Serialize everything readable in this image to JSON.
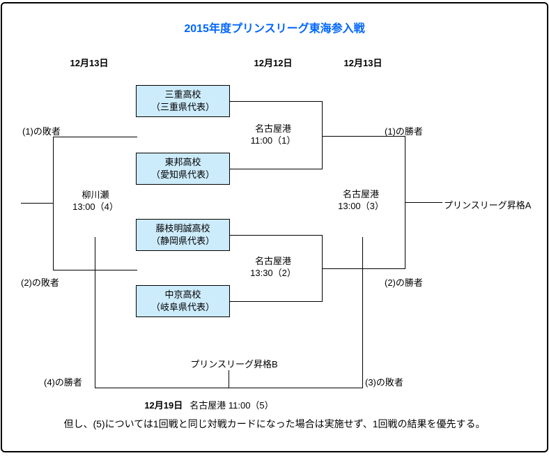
{
  "title": "2015年度プリンスリーグ東海参入戦",
  "column_dates": [
    {
      "label": "12月13日"
    },
    {
      "label": "12月12日"
    },
    {
      "label": "12月13日"
    }
  ],
  "teams": [
    {
      "name": "三重高校",
      "rep": "（三重県代表）"
    },
    {
      "name": "東邦高校",
      "rep": "（愛知県代表）"
    },
    {
      "name": "藤枝明誠高校",
      "rep": "（静岡県代表）"
    },
    {
      "name": "中京高校",
      "rep": "（岐阜県代表）"
    }
  ],
  "matches": {
    "m1": {
      "venue": "名古屋港",
      "time": "11:00（1）"
    },
    "m2": {
      "venue": "名古屋港",
      "time": "13:30（2）"
    },
    "m3": {
      "venue": "名古屋港",
      "time": "13:00（3）"
    },
    "m4": {
      "venue": "柳川瀬",
      "time": "13:00（4）"
    },
    "m5": {
      "date": "12月19日",
      "rest": "名古屋港 11:00（5）"
    }
  },
  "labels": {
    "loser1": "(1)の敗者",
    "loser2": "(2)の敗者",
    "winner1": "(1)の勝者",
    "winner2": "(2)の勝者",
    "winner4": "(4)の勝者",
    "loser3": "(3)の敗者",
    "promotion_a": "プリンスリーグ昇格A",
    "promotion_b": "プリンスリーグ昇格B"
  },
  "note": "但し、(5)については1回戦と同じ対戦カードになった場合は実施せず、1回戦の結果を優先する。",
  "colors": {
    "title": "#0066FF",
    "box_fill": "#CCEBFB",
    "line": "#000000"
  }
}
